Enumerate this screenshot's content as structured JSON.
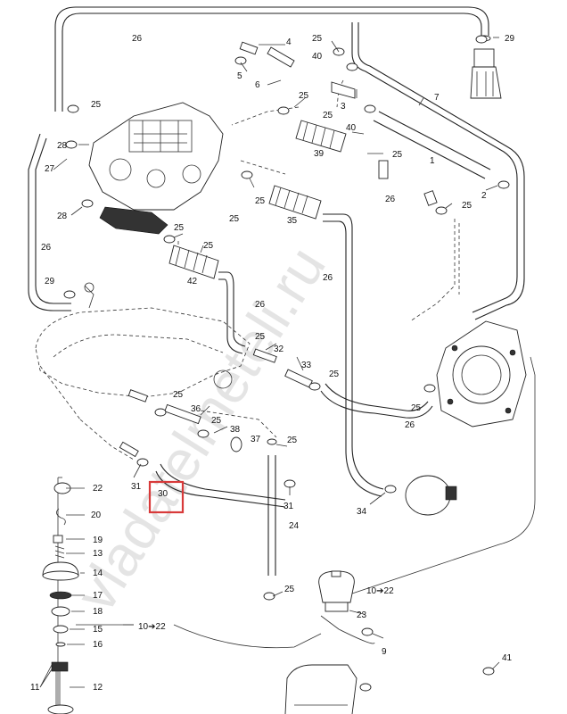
{
  "watermark": "vladatelmeteli.ru",
  "callouts": [
    {
      "id": "c26a",
      "text": "26"
    },
    {
      "id": "c4",
      "text": "4"
    },
    {
      "id": "c25a",
      "text": "25"
    },
    {
      "id": "c29a",
      "text": "29"
    },
    {
      "id": "c40a",
      "text": "40"
    },
    {
      "id": "c5",
      "text": "5"
    },
    {
      "id": "c3",
      "text": "3"
    },
    {
      "id": "c6",
      "text": "6"
    },
    {
      "id": "c25b",
      "text": "25"
    },
    {
      "id": "c7",
      "text": "7"
    },
    {
      "id": "c25c",
      "text": "25"
    },
    {
      "id": "c25d",
      "text": "25"
    },
    {
      "id": "c40b",
      "text": "40"
    },
    {
      "id": "c28a",
      "text": "28"
    },
    {
      "id": "c39",
      "text": "39"
    },
    {
      "id": "c25e",
      "text": "25"
    },
    {
      "id": "c1",
      "text": "1"
    },
    {
      "id": "c27",
      "text": "27"
    },
    {
      "id": "c25f",
      "text": "25"
    },
    {
      "id": "c2",
      "text": "2"
    },
    {
      "id": "c25g",
      "text": "25"
    },
    {
      "id": "c26b",
      "text": "26"
    },
    {
      "id": "c25h",
      "text": "25"
    },
    {
      "id": "c28b",
      "text": "28"
    },
    {
      "id": "c35",
      "text": "35"
    },
    {
      "id": "c25i",
      "text": "25"
    },
    {
      "id": "c25j",
      "text": "25"
    },
    {
      "id": "c26c",
      "text": "26"
    },
    {
      "id": "c42",
      "text": "42"
    },
    {
      "id": "c29b",
      "text": "29"
    },
    {
      "id": "c26d",
      "text": "26"
    },
    {
      "id": "c26e",
      "text": "26"
    },
    {
      "id": "c25k",
      "text": "25"
    },
    {
      "id": "c32",
      "text": "32"
    },
    {
      "id": "c33",
      "text": "33"
    },
    {
      "id": "c25l",
      "text": "25"
    },
    {
      "id": "c25m",
      "text": "25"
    },
    {
      "id": "c36",
      "text": "36"
    },
    {
      "id": "c25n",
      "text": "25"
    },
    {
      "id": "c38",
      "text": "38"
    },
    {
      "id": "c37",
      "text": "37"
    },
    {
      "id": "c25o",
      "text": "25"
    },
    {
      "id": "c26f",
      "text": "26"
    },
    {
      "id": "c25p",
      "text": "25"
    },
    {
      "id": "c31a",
      "text": "31"
    },
    {
      "id": "c30",
      "text": "30"
    },
    {
      "id": "c31b",
      "text": "31"
    },
    {
      "id": "c34",
      "text": "34"
    },
    {
      "id": "c22",
      "text": "22"
    },
    {
      "id": "c20",
      "text": "20"
    },
    {
      "id": "c24",
      "text": "24"
    },
    {
      "id": "c19",
      "text": "19"
    },
    {
      "id": "c13",
      "text": "13"
    },
    {
      "id": "c14",
      "text": "14"
    },
    {
      "id": "c17",
      "text": "17"
    },
    {
      "id": "c25q",
      "text": "25"
    },
    {
      "id": "c18",
      "text": "18"
    },
    {
      "id": "c23",
      "text": "23"
    },
    {
      "id": "c15",
      "text": "15"
    },
    {
      "id": "c16",
      "text": "16"
    },
    {
      "id": "c9",
      "text": "9"
    },
    {
      "id": "c41",
      "text": "41"
    },
    {
      "id": "c11",
      "text": "11"
    },
    {
      "id": "c12",
      "text": "12"
    }
  ],
  "refs": [
    {
      "id": "r1022a",
      "text": "10➔22"
    },
    {
      "id": "r1022b",
      "text": "10➔22"
    }
  ],
  "highlight": {
    "label": "30",
    "color": "#d83a3a"
  },
  "colors": {
    "line": "#222222",
    "highlight": "#d83a3a",
    "watermark": "#cfcfcf"
  }
}
